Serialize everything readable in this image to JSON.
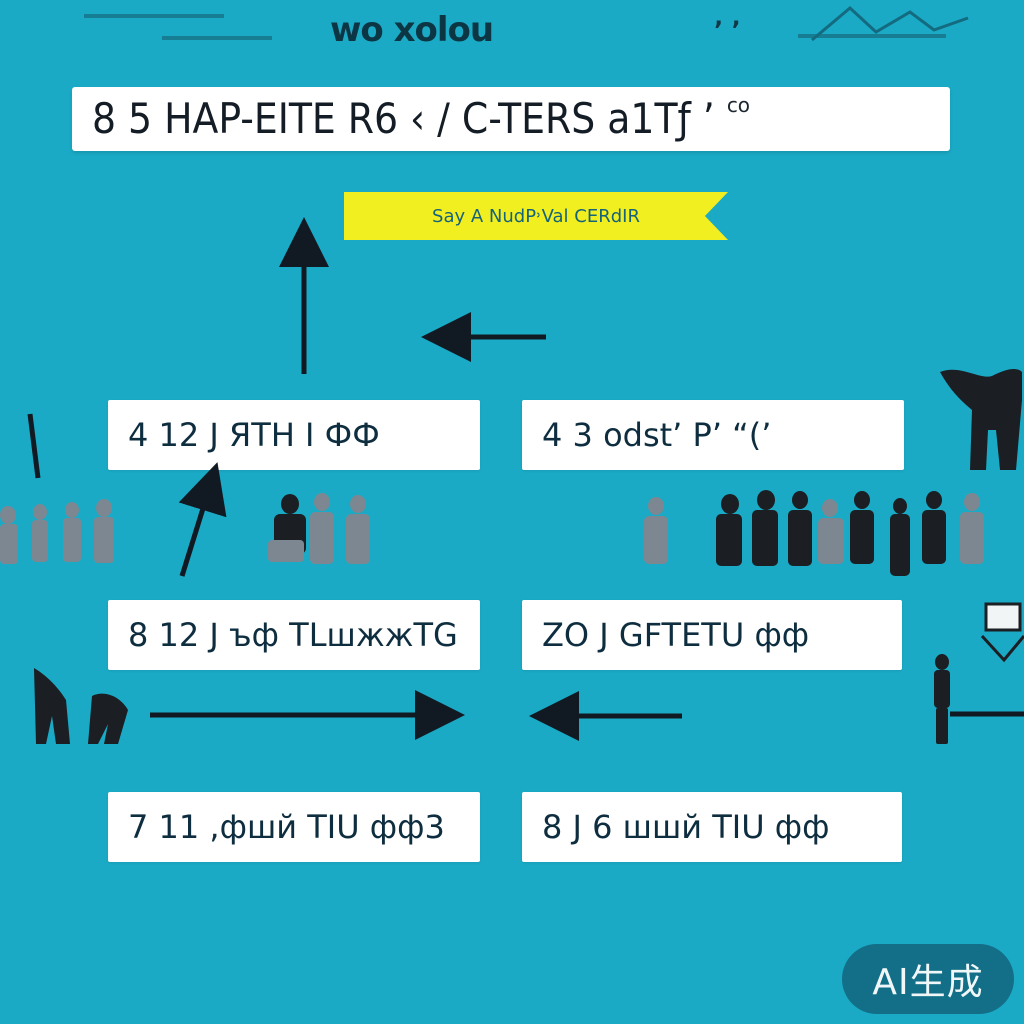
{
  "header": {
    "word": "wo xolou",
    "corner_mark": "’ ’"
  },
  "title_bar": {
    "main": "8 5  HAP-EITE R6 ‹ / C-TERS a1Tƒ ’",
    "sup": "co"
  },
  "banner": {
    "text": "Say A NudP˒Val CERdIR"
  },
  "labels": {
    "left_1": "4 12 J ЯTH I ФФ",
    "right_1": "4 3 odst’ Р’ “(’",
    "left_2": "8 12 J ъф TLшжжTG",
    "right_2": "ZO J GFTETU фф",
    "left_3": "7 11 ,фшй TIU фф3",
    "right_3": "8 J 6 шшй TIU фф"
  },
  "badge": {
    "text": "AI生成"
  },
  "colors": {
    "background": "#1aaac6",
    "box": "#ffffff",
    "banner": "#f2ef20",
    "ink": "#111a22"
  }
}
